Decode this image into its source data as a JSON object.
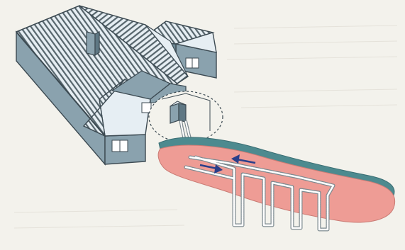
{
  "figure": {
    "subject": "ground-source-heat-pump-horizontal-slinky-loop",
    "colors": {
      "page": "#f3f2ec",
      "roof_light": "#e6eef3",
      "roof_stripe": "#56656c",
      "wall_blue": "#8aa2ae",
      "wall_dark": "#5f7884",
      "outline": "#3c4a52",
      "trench_top": "#4d8a8f",
      "trench_fill": "#ee9c95",
      "pipe": "#7d8a90",
      "arrow": "#2a3f8a"
    },
    "flow_arrows": [
      {
        "direction": "left"
      },
      {
        "direction": "right"
      }
    ],
    "icons": [
      "house-icon",
      "heat-pump-unit-icon",
      "magnifier-circle-icon"
    ]
  }
}
